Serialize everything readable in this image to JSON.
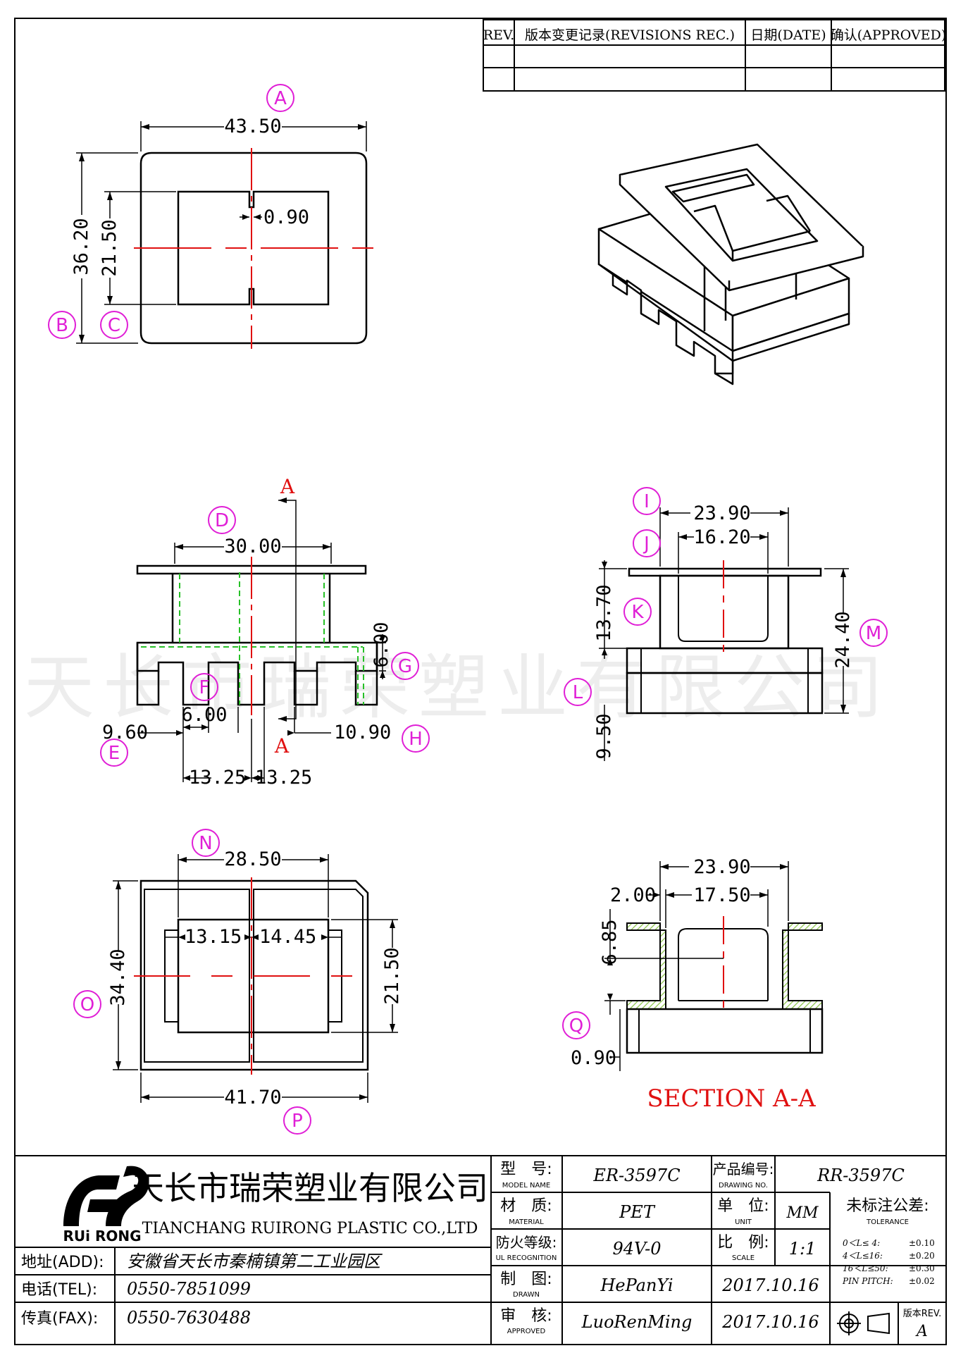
{
  "revision_table": {
    "headers": [
      "REV.",
      "版本变更记录(REVISIONS REC.)",
      "日期(DATE)",
      "确认(APPROVED)"
    ]
  },
  "watermark": "天长市瑞荣塑业有限公司",
  "top_view": {
    "dims": {
      "width": "43.50",
      "height": "36.20",
      "inner_height": "21.50",
      "gap": "0.90"
    },
    "labels": {
      "a": "A",
      "b": "B",
      "c": "C"
    }
  },
  "front_view": {
    "section_marks": {
      "top": "A",
      "bottom": "A"
    },
    "dims": {
      "top_width": "30.00",
      "slot_height": "6.00",
      "slot_width": "6.00",
      "left": "9.60",
      "right": "10.90",
      "half_left": "13.25",
      "half_right": "13.25"
    },
    "labels": {
      "d": "D",
      "e": "E",
      "f": "F",
      "g": "G",
      "h": "H"
    }
  },
  "side_view": {
    "dims": {
      "outer_width": "23.90",
      "inner_width": "16.20",
      "upper_height": "13.70",
      "total_height": "24.40",
      "base_height": "9.50"
    },
    "labels": {
      "i": "I",
      "j": "J",
      "k": "K",
      "l": "L",
      "m": "M"
    }
  },
  "bottom_view": {
    "dims": {
      "inner_width": "28.50",
      "left_half": "13.15",
      "right_half": "14.45",
      "height": "34.40",
      "inner_height": "21.50",
      "base_width": "41.70"
    },
    "labels": {
      "n": "N",
      "o": "O",
      "p": "P"
    }
  },
  "section_view": {
    "title": "SECTION A-A",
    "dims": {
      "outer_width": "23.90",
      "wall": "2.00",
      "inner_width": "17.50",
      "height": "6.85",
      "thickness": "0.90"
    },
    "labels": {
      "q": "Q"
    }
  },
  "title_block": {
    "company_cn": "天长市瑞荣塑业有限公司",
    "company_en": "TIANCHANG RUIRONG PLASTIC CO.,LTD",
    "logo_text": "RUi RONG",
    "address_label": "地址(ADD):",
    "address": "安徽省天长市秦楠镇第二工业园区",
    "tel_label": "电话(TEL):",
    "tel": "0550-7851099",
    "fax_label": "传真(FAX):",
    "fax": "0550-7630488",
    "model_label_cn": "型　号:",
    "model_label_en": "MODEL NAME",
    "model": "ER-3597C",
    "drawing_label_cn": "产品编号:",
    "drawing_label_en": "DRAWING NO.",
    "drawing_no": "RR-3597C",
    "material_label_cn": "材　质:",
    "material_label_en": "MATERIAL",
    "material": "PET",
    "unit_label_cn": "单　位:",
    "unit_label_en": "UNIT",
    "unit": "MM",
    "tolerance_label_cn": "未标注公差:",
    "tolerance_label_en": "TOLERANCE",
    "ul_label_cn": "防火等级:",
    "ul_label_en": "UL RECOGNITION",
    "ul": "94V-0",
    "scale_label_cn": "比　例:",
    "scale_label_en": "SCALE",
    "scale": "1:1",
    "tolerances": [
      {
        "range": "0＜L≤ 4:",
        "value": "±0.10"
      },
      {
        "range": "4＜L≤16:",
        "value": "±0.20"
      },
      {
        "range": "16＜L≤50:",
        "value": "±0.30"
      },
      {
        "range": "PIN PITCH:",
        "value": "±0.02"
      }
    ],
    "drawn_label_cn": "制　图:",
    "drawn_label_en": "DRAWN",
    "drawn_by": "HePanYi",
    "drawn_date": "2017.10.16",
    "approved_label_cn": "审　核:",
    "approved_label_en": "APPROVED",
    "approved_by": "LuoRenMing",
    "approved_date": "2017.10.16",
    "rev_label": "版本REV.",
    "rev": "A"
  }
}
